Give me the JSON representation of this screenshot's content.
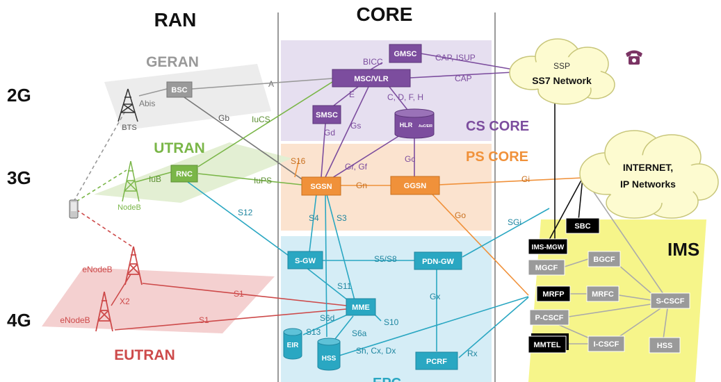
{
  "sections": {
    "ran": "RAN",
    "core": "CORE"
  },
  "generations": {
    "g2": "2G",
    "g3": "3G",
    "g4": "4G"
  },
  "areas": {
    "geran": "GERAN",
    "utran": "UTRAN",
    "eutran": "EUTRAN",
    "cs_core": "CS CORE",
    "ps_core": "PS CORE",
    "epc": "EPC",
    "ims": "IMS"
  },
  "clouds": {
    "ssp": "SSP",
    "ss7": "SS7 Network",
    "internet_line1": "INTERNET,",
    "internet_line2": "IP Networks"
  },
  "nodes": {
    "bsc": "BSC",
    "bts": "BTS",
    "rnc": "RNC",
    "nodeb": "NodeB",
    "enodeb_a": "eNodeB",
    "enodeb_b": "eNodeB",
    "gmsc": "GMSC",
    "msc_vlr": "MSC/VLR",
    "smsc": "SMSC",
    "hlr": "HLR",
    "hlr_sub": "AuC/EIR",
    "sgsn": "SGSN",
    "ggsn": "GGSN",
    "sgw": "S-GW",
    "pdngw": "PDN-GW",
    "mme": "MME",
    "eir": "EIR",
    "hss_epc": "HSS",
    "pcrf": "PCRF",
    "sbc": "SBC",
    "ims_mgw": "IMS-MGW",
    "mgcf": "MGCF",
    "bgcf": "BGCF",
    "mrfp": "MRFP",
    "mrfc": "MRFC",
    "s_cscf": "S-CSCF",
    "p_cscf": "P-CSCF",
    "mmtel": "MMTEL",
    "i_cscf": "I-CSCF",
    "hss_ims": "HSS"
  },
  "interfaces": {
    "abis": "Abis",
    "a": "A",
    "gb": "Gb",
    "iucs": "IuCS",
    "iub": "IuB",
    "iups": "IuPS",
    "s12": "S12",
    "bicc": "BICC",
    "cap_isup": "CAP, ISUP",
    "cap": "CAP",
    "e": "E",
    "cdfh": "C, D, F, H",
    "gd": "Gd",
    "gs": "Gs",
    "grgf": "Gr, Gf",
    "gc": "Gc",
    "s16": "S16",
    "gn": "Gn",
    "gi": "Gi",
    "go": "Go",
    "sgi": "SGi",
    "s4": "S4",
    "s3": "S3",
    "s5s8": "S5/S8",
    "s11": "S11",
    "gx": "Gx",
    "x2": "X2",
    "s1a": "S1",
    "s1b": "S1",
    "s6d": "S6d",
    "s10": "S10",
    "s13": "S13",
    "s6a": "S6a",
    "shcxdx": "Sh, Cx, Dx",
    "rx": "Rx"
  },
  "icons": [
    "telephone-icon",
    "mobile-phone-icon",
    "antenna-tower-icon",
    "database-icon",
    "cloud-icon"
  ],
  "colors": {
    "cs": "#7c4d9e",
    "cs_bg": "#e6dff0",
    "ps": "#f0913a",
    "ps_bg": "#fbe3cf",
    "epc": "#2aa7c2",
    "epc_bg": "#d5edf6",
    "ims_bg": "#f6f58a",
    "geran": "#8c8c8c",
    "utran": "#7ab648",
    "eutran": "#cd4a4a",
    "black": "#111111"
  }
}
